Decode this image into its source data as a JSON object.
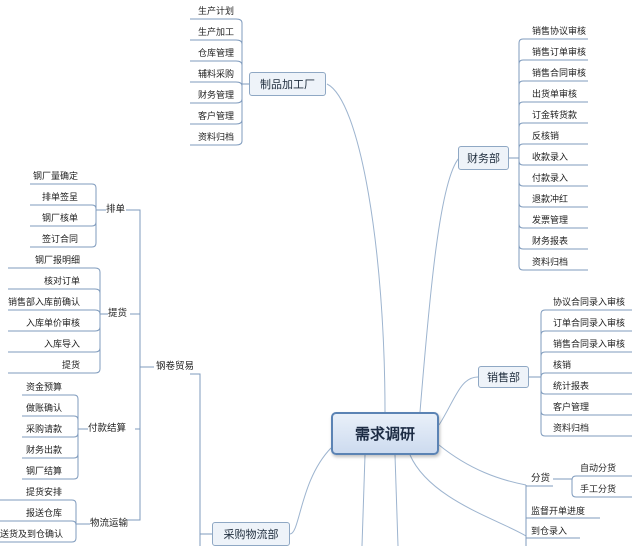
{
  "root": {
    "title": "需求调研"
  },
  "factory": {
    "title": "制品加工厂",
    "items": [
      "生产计划",
      "生产加工",
      "仓库管理",
      "辅料采购",
      "财务管理",
      "客户管理",
      "资料归档"
    ]
  },
  "finance": {
    "title": "财务部",
    "items": [
      "销售协议审核",
      "销售订单审核",
      "销售合同审核",
      "出货单审核",
      "订金转货款",
      "反核销",
      "收款录入",
      "付款录入",
      "退款冲红",
      "发票管理",
      "财务报表",
      "资料归档"
    ]
  },
  "sales": {
    "title": "销售部",
    "items": [
      "协议合同录入审核",
      "订单合同录入审核",
      "销售合同录入审核",
      "核销",
      "统计报表",
      "客户管理",
      "资料归档"
    ]
  },
  "logistics_right": {
    "branch1": {
      "label": "分货",
      "items": [
        "自动分货",
        "手工分货"
      ]
    },
    "items": [
      "监督开单进度",
      "到仓录入"
    ]
  },
  "purchasing": {
    "title": "采购物流部",
    "steel": {
      "label": "钢卷贸易",
      "groups": [
        {
          "label": "排单",
          "items": [
            "钢厂量确定",
            "排单签呈",
            "钢厂核单",
            "签订合同"
          ]
        },
        {
          "label": "提货",
          "items": [
            "钢厂报明细",
            "核对订单",
            "销售部入库前确认",
            "入库单价审核",
            "入库导入",
            "提货"
          ]
        },
        {
          "label": "付款结算",
          "items": [
            "资金预算",
            "做账确认",
            "采购请款",
            "财务出款",
            "钢厂结算"
          ]
        },
        {
          "label": "物流运输",
          "items": [
            "提货安排",
            "报送仓库",
            "送货及到仓确认"
          ]
        }
      ]
    }
  }
}
